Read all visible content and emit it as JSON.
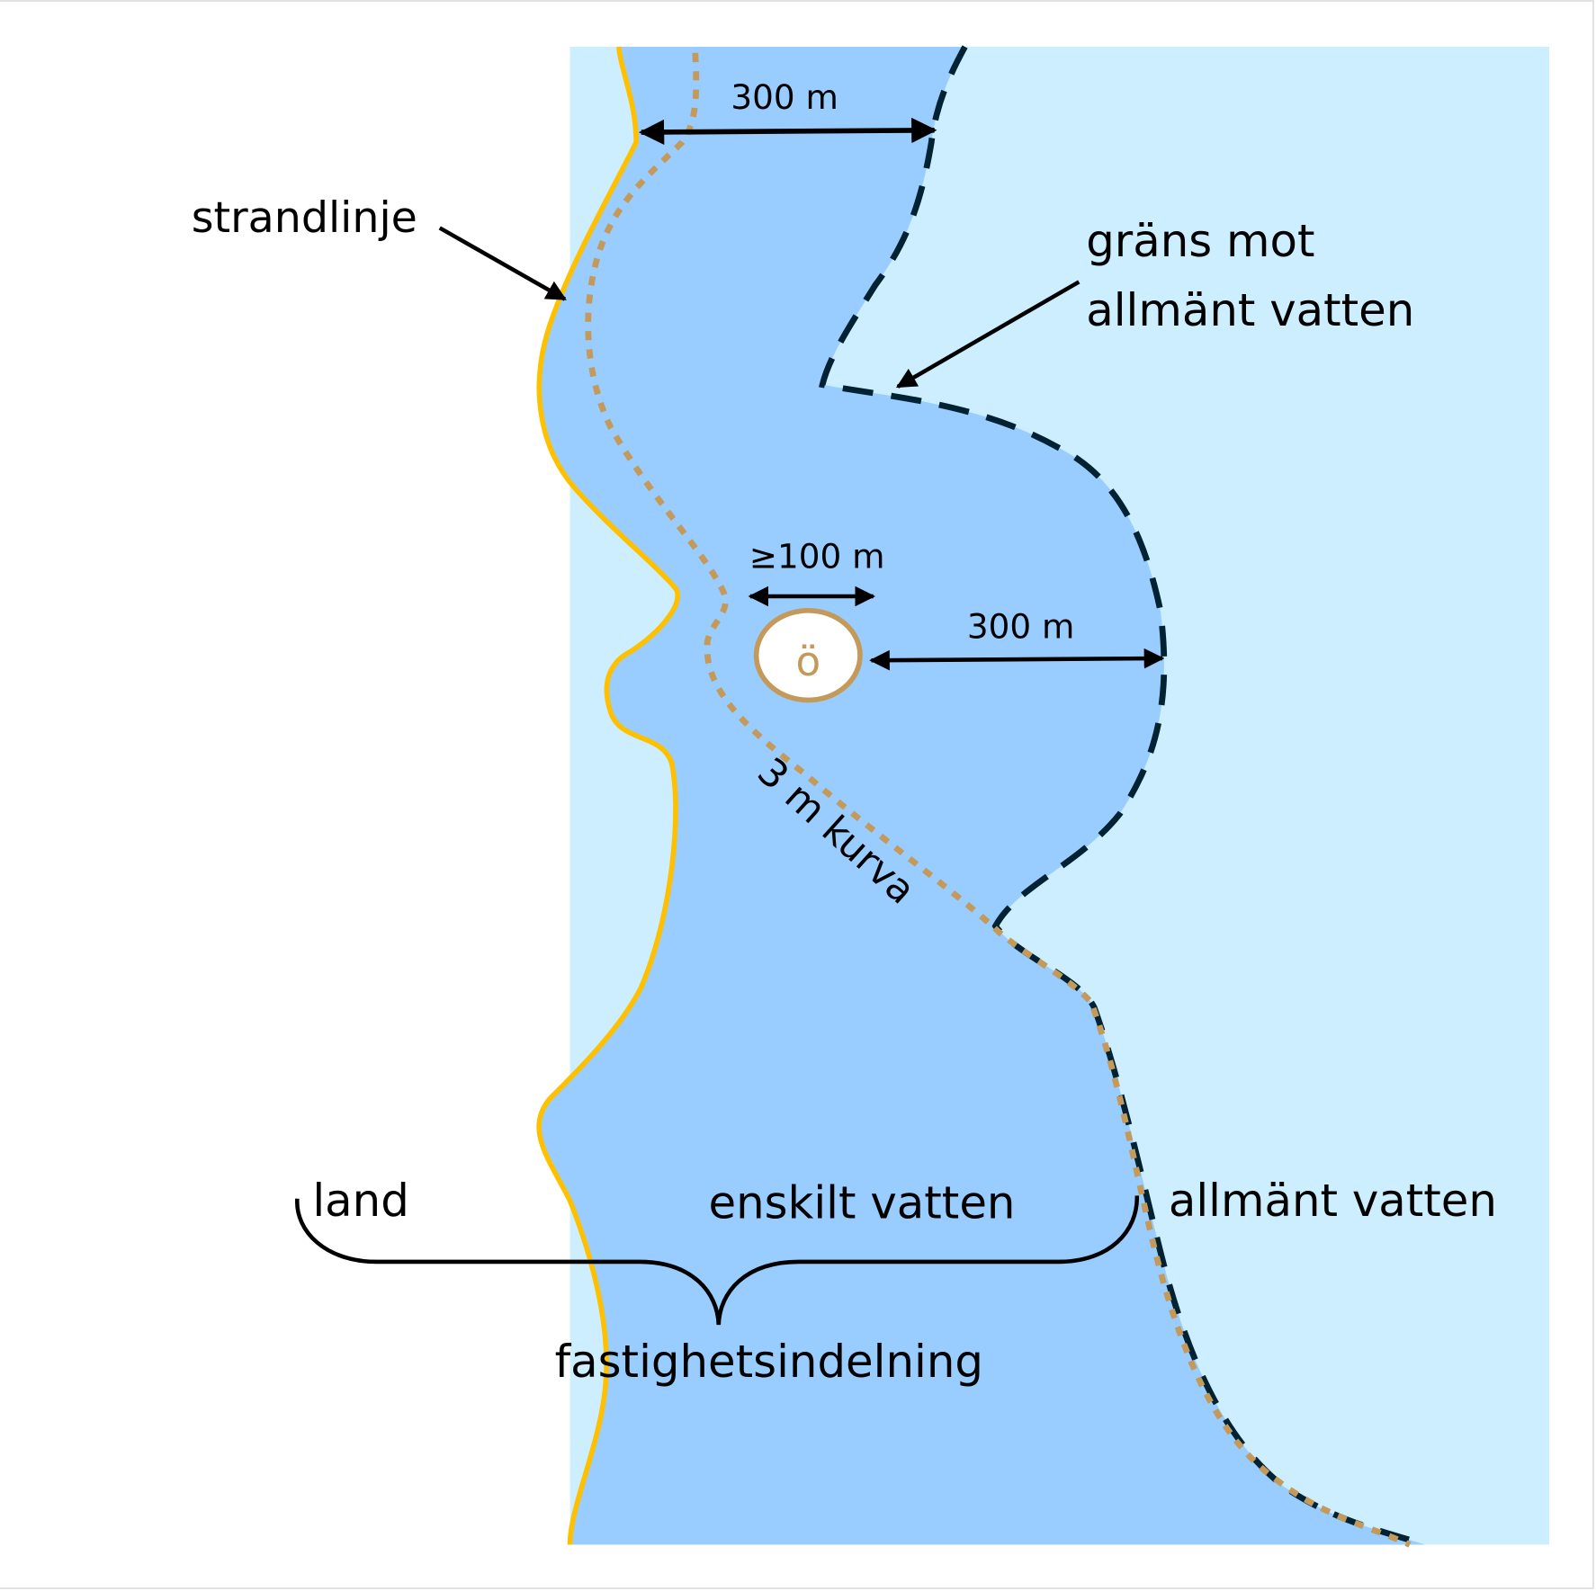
{
  "diagram": {
    "labels": {
      "shoreline": "strandlinje",
      "public_boundary_line1": "gräns mot",
      "public_boundary_line2": "allmänt vatten",
      "top_distance": "300 m",
      "island_width": "≥100 m",
      "island_letter": "ö",
      "island_distance": "300 m",
      "contour": "3 m kurva",
      "land": "land",
      "private_water": "enskilt vatten",
      "public_water": "allmänt vatten",
      "property_division": "fastighetsindelning"
    },
    "colors": {
      "private_water": "#99ccff",
      "public_water": "#cceeff",
      "shoreline": "#ffc000",
      "contour": "#c49a5a",
      "boundary": "#002233",
      "island_fill": "#ffffff",
      "island_stroke": "#c49a5a",
      "border": "#e2e2e2"
    }
  }
}
